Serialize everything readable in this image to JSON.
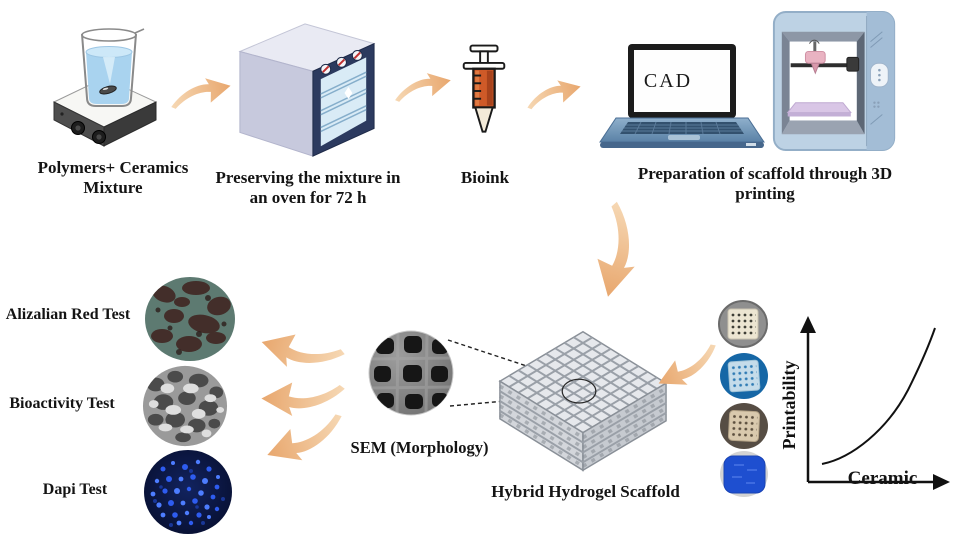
{
  "labels": {
    "step1_line1": "Polymers+ Ceramics",
    "step1_line2": "Mixture",
    "step2_line1": "Preserving the mixture in",
    "step2_line2": "an oven for 72 h",
    "step3": "Bioink",
    "cad": "CAD",
    "step4_line1": "Preparation of scaffold through 3D",
    "step4_line2": "printing",
    "sem": "SEM (Morphology)",
    "scaffold": "Hybrid Hydrogel Scaffold"
  },
  "tests": [
    {
      "label": "Alizalian Red Test"
    },
    {
      "label": "Bioactivity Test"
    },
    {
      "label": "Dapi Test"
    }
  ],
  "graph": {
    "ylabel": "Printability",
    "xlabel": "Ceramic",
    "curve": "exponential increasing, printability rises with ceramic content"
  },
  "icons": {
    "stirrer": "magnetic-stirrer-with-beaker",
    "oven": "laboratory-oven",
    "syringe": "bioink-syringe",
    "laptop": "cad-laptop",
    "printer": "3d-printer",
    "arrow": "curved-flow-arrow",
    "sem": "sem-micrograph-circle",
    "scaffold": "lattice-scaffold"
  },
  "colors": {
    "arrow": "#edb27e",
    "oven_door": "#2c3a5f",
    "bioink": "#cf5a28",
    "dapi_blue": "#2e5cf0",
    "printer_body": "#bdd2e4",
    "text": "#141414"
  }
}
